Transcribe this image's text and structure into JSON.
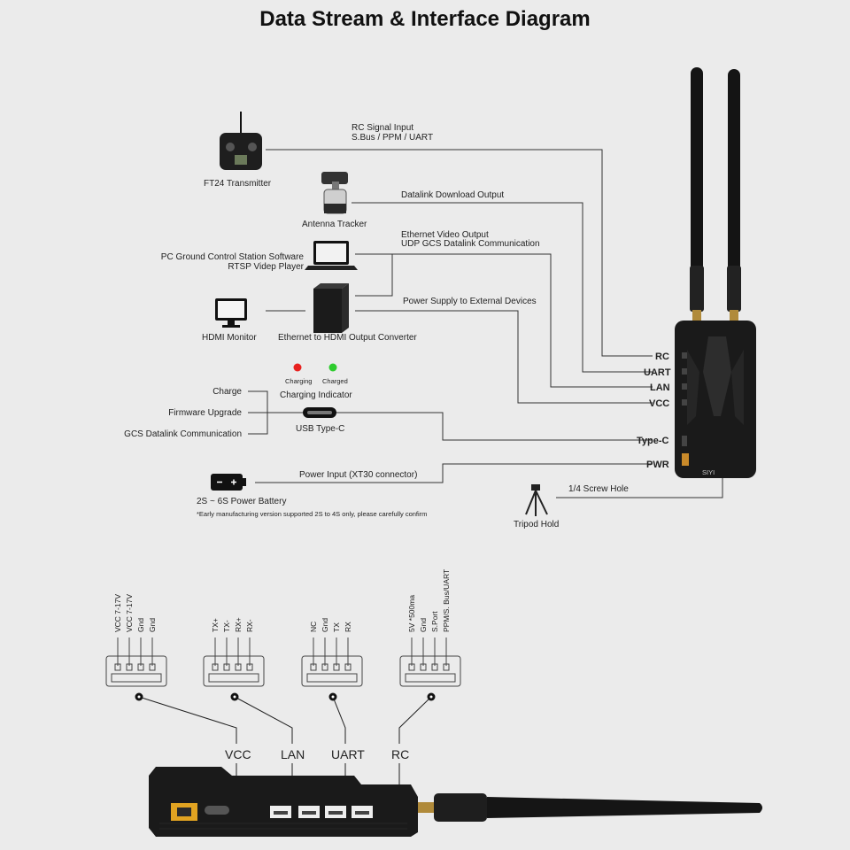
{
  "title": "Data Stream & Interface Diagram",
  "devices": {
    "transmitter": "FT24 Transmitter",
    "tracker": "Antenna Tracker",
    "pc": [
      "PC Ground Control Station Software",
      "RTSP Videp Player"
    ],
    "monitor": "HDMI Monitor",
    "converter": "Ethernet to HDMI Output Converter",
    "battery": "2S ~ 6S Power Battery",
    "battery_note": "*Early manufacturing version supported 2S to 4S only, please carefully confirm",
    "tripod": "Tripod Hold"
  },
  "links": {
    "rc": [
      "RC Signal Input",
      "S.Bus / PPM / UART"
    ],
    "datalink": "Datalink Download Output",
    "ethernet": [
      "Ethernet Video Output",
      "UDP GCS Datalink Communication"
    ],
    "power_out": "Power Supply to External Devices",
    "power_in": "Power Input (XT30 connector)",
    "screw": "1/4 Screw Hole"
  },
  "charging": {
    "charging": "Charging",
    "charged": "Charged",
    "indicator": "Charging Indicator",
    "red": "#e8211f",
    "green": "#2ecc2e"
  },
  "usb": {
    "label": "USB Type-C",
    "functions": [
      "Charge",
      "Firmware Upgrade",
      "GCS Datalink Communication"
    ]
  },
  "ports": [
    "RC",
    "UART",
    "LAN",
    "VCC",
    "Type-C",
    "PWR"
  ],
  "connectors": [
    {
      "name": "VCC",
      "pins": [
        "VCC 7-17V",
        "VCC 7-17V",
        "Gnd",
        "Gnd"
      ]
    },
    {
      "name": "LAN",
      "pins": [
        "TX+",
        "TX-",
        "RX+",
        "RX-"
      ]
    },
    {
      "name": "UART",
      "pins": [
        "NC",
        "Gnd",
        "TX",
        "RX"
      ]
    },
    {
      "name": "RC",
      "pins": [
        "5V *500ma",
        "Gnd",
        "S.Port",
        "PPM/S. Bus/UART"
      ]
    }
  ],
  "brand": "SIYI"
}
